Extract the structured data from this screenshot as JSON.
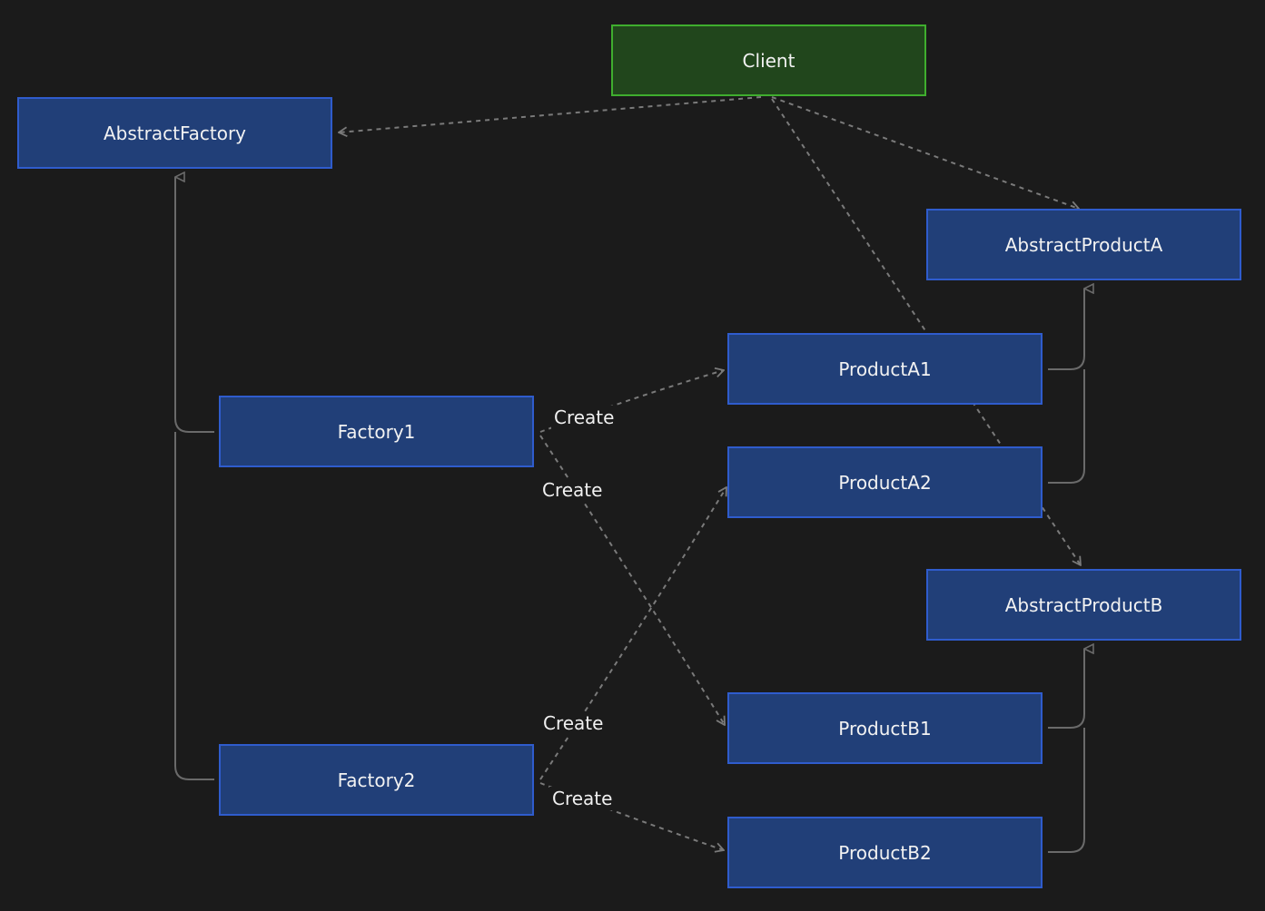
{
  "nodes": {
    "client": "Client",
    "abstract_factory": "AbstractFactory",
    "abstract_product_a": "AbstractProductA",
    "abstract_product_b": "AbstractProductB",
    "factory1": "Factory1",
    "factory2": "Factory2",
    "product_a1": "ProductA1",
    "product_a2": "ProductA2",
    "product_b1": "ProductB1",
    "product_b2": "ProductB2"
  },
  "edge_labels": {
    "f1_a1": "Create",
    "f1_b1": "Create",
    "f2_a2": "Create",
    "f2_b2": "Create"
  },
  "colors": {
    "background": "#1b1b1b",
    "node_fill": "#213f78",
    "node_border": "#2f5ccd",
    "client_fill": "#21461c",
    "client_border": "#3fae2e",
    "edge": "#7a7a7a"
  }
}
